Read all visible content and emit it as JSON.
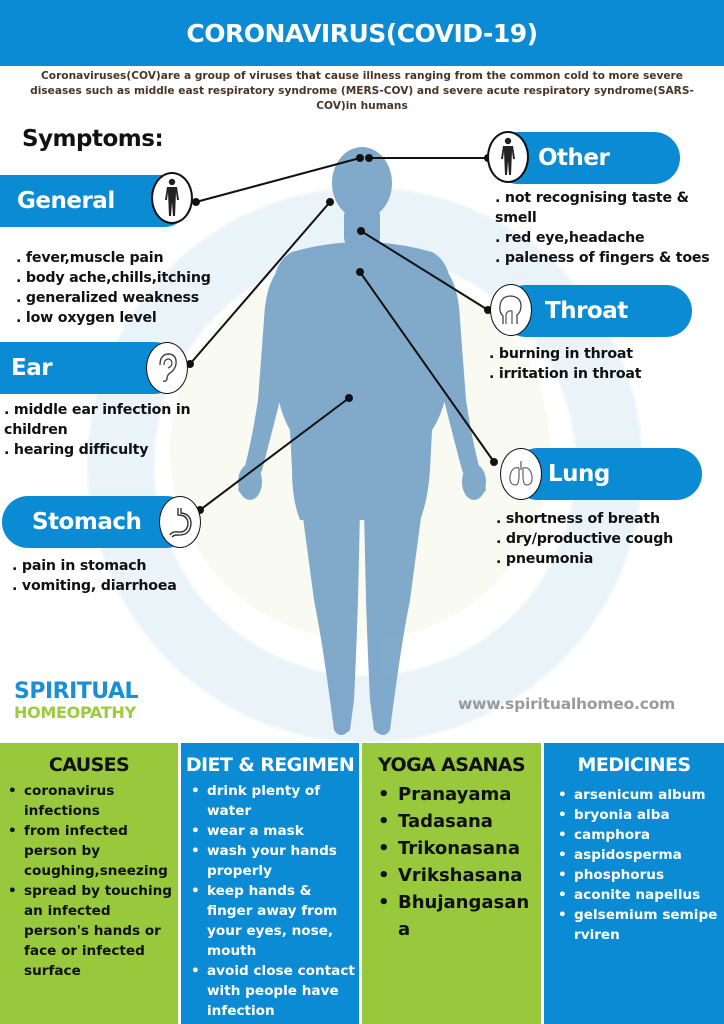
{
  "header": {
    "title": "CORONAVIRUS(COVID-19)"
  },
  "intro": {
    "text": "Coronaviruses(COV)are a group of viruses that cause illness ranging from the common cold to more severe  diseases such as middle east respiratory syndrome (MERS-COV) and severe acute respiratory syndrome(SARS-COV)in humans"
  },
  "symptoms": {
    "title": "Symptoms:",
    "general": {
      "label": "General",
      "icon": "body-figure-icon",
      "items": [
        ". fever,muscle pain",
        ". body ache,chills,itching",
        ". generalized weakness",
        ". low oxygen level"
      ]
    },
    "ear": {
      "label": "Ear",
      "icon": "ear-icon",
      "items": [
        ". middle ear infection in",
        "children",
        ". hearing difficulty"
      ]
    },
    "stomach": {
      "label": "Stomach",
      "icon": "stomach-icon",
      "items": [
        ". pain in stomach",
        ". vomiting, diarrhoea"
      ]
    },
    "other": {
      "label": "Other",
      "icon": "body-figure-icon",
      "items": [
        ". not recognising taste &",
        "smell",
        ". red eye,headache",
        ". paleness of fingers & toes"
      ]
    },
    "throat": {
      "label": "Throat",
      "icon": "head-throat-icon",
      "items": [
        ". burning in throat",
        ". irritation in throat"
      ]
    },
    "lung": {
      "label": "Lung",
      "icon": "lungs-icon",
      "items": [
        ". shortness of breath",
        ". dry/productive cough",
        ". pneumonia"
      ]
    }
  },
  "brand": {
    "line1": "SPIRITUAL",
    "line2": "HOMEOPATHY",
    "url": "www.spiritualhomeo.com"
  },
  "colors": {
    "blue": "#0b8bd4",
    "green": "#98c83c",
    "body": "#7aa5c8",
    "intro_text": "#4a3426",
    "url_gray": "#9a9a9a"
  },
  "sections": {
    "causes": {
      "title": "CAUSES",
      "items": [
        "coronavirus infections",
        "from infected person by coughing,sneezing",
        "spread by touching an infected person's hands or face or infected surface"
      ]
    },
    "diet": {
      "title": "DIET & REGIMEN",
      "items": [
        "drink plenty of water",
        "wear a mask",
        "wash your hands properly",
        "keep hands & finger away from your eyes, nose, mouth",
        "avoid close contact with people have infection"
      ]
    },
    "yoga": {
      "title": "YOGA ASANAS",
      "items": [
        "Pranayama",
        "Tadasana",
        "Trikonasana",
        "Vrikshasana",
        "Bhujangasana"
      ]
    },
    "medicines": {
      "title": "MEDICINES",
      "items": [
        "arsenicum album",
        "bryonia alba",
        "camphora",
        "aspidosperma",
        "phosphorus",
        "aconite napellus",
        "gelsemium semiperviren"
      ]
    }
  }
}
